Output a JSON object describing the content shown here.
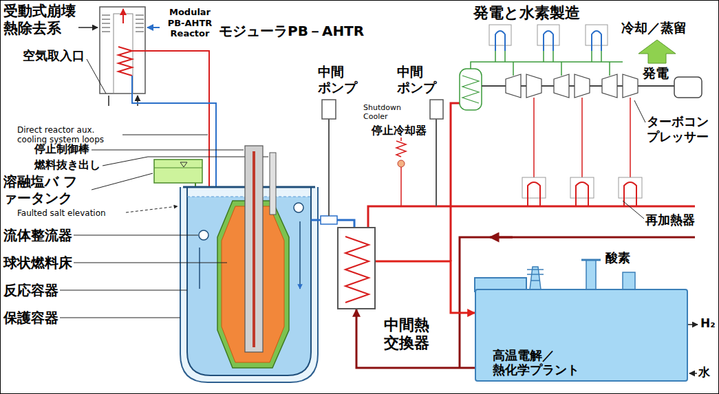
{
  "diagram": {
    "nodes": [
      {
        "text": [
          "中間熱 交換器"
        ]
      },
      {
        "text": [
          "高温電解／熱化学プラント"
        ]
      }
    ],
    "edges": [
      {
        "from": 0,
        "to": 1,
        "arrow": "to"
      },
      {
        "from": 1,
        "to": 0,
        "arrow": "to"
      }
    ],
    "labels": [
      "受動式崩壊 熱除去系",
      "空気取入口",
      "Modular PB-AHTR Reactor",
      "モジューラPB－AHTR",
      "発電と水素製造",
      "冷却／蒸留",
      "発電",
      "Direct reactor aux. cooling system loops",
      "停止制御棒",
      "燃料抜き出し",
      "溶融塩バ ファータンク",
      "Faulted salt elevation",
      "流体整流器",
      "球状燃料床",
      "反応容器",
      "保護容器",
      "中間 ポンプ",
      "Shutdown Cooler",
      "停止冷却器",
      "中間 ポンプ",
      "ターボコン プレッサー",
      "再加熱器",
      "酸素",
      "H₂",
      "水"
    ]
  }
}
